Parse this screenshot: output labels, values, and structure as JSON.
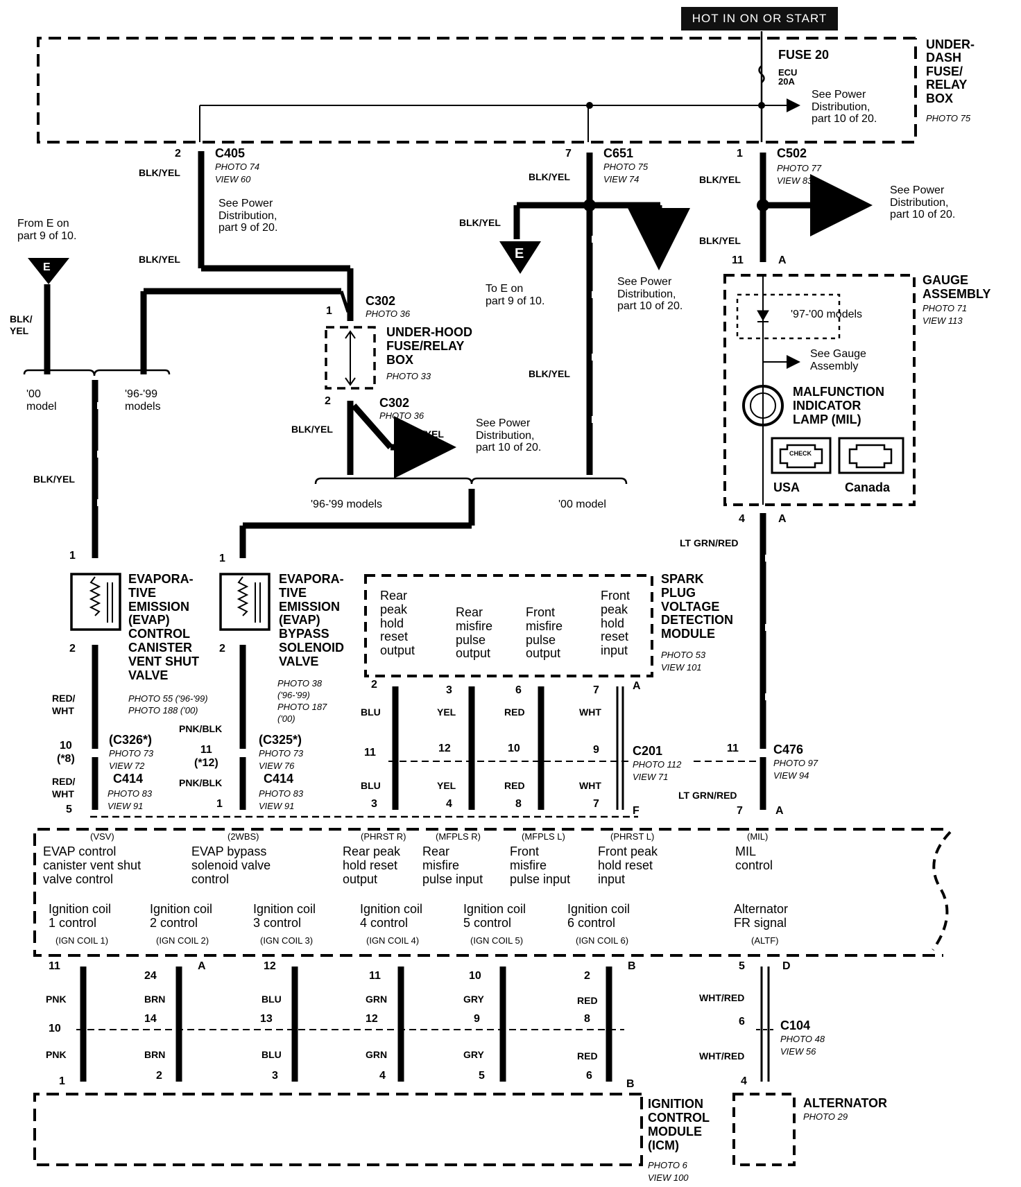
{
  "header": {
    "hot_label": "HOT IN ON OR START"
  },
  "underdash": {
    "title": "UNDER-\nDASH\nFUSE/\nRELAY\nBOX",
    "photo": "PHOTO 75",
    "fuse": "FUSE 20",
    "fuse_rating": "ECU\n20A",
    "see_power": "See Power\nDistribution,\npart 10 of 20."
  },
  "connectors": {
    "c405": {
      "name": "C405",
      "photo": "PHOTO 74",
      "view": "VIEW 60",
      "pin": "2"
    },
    "c651": {
      "name": "C651",
      "photo": "PHOTO 75",
      "view": "VIEW 74",
      "pin": "7"
    },
    "c502": {
      "name": "C502",
      "photo": "PHOTO 77",
      "view": "VIEW 83",
      "pin": "1"
    },
    "c302a": {
      "name": "C302",
      "photo": "PHOTO 36",
      "pin": "1"
    },
    "c302b": {
      "name": "C302",
      "photo": "PHOTO 36",
      "pin": "2"
    },
    "c201": {
      "name": "C201",
      "photo": "PHOTO 112",
      "view": "VIEW 71"
    },
    "c476": {
      "name": "C476",
      "photo": "PHOTO 97",
      "view": "VIEW 94",
      "pin_top": "11",
      "pin_bottom": "7"
    },
    "c326": {
      "name": "(C326*)",
      "photo": "PHOTO 73",
      "view": "VIEW 72",
      "pin": "10\n(*8)"
    },
    "c325": {
      "name": "(C325*)",
      "photo": "PHOTO 73",
      "view": "VIEW 76",
      "pin": "11\n(*12)"
    },
    "c414a": {
      "name": "C414",
      "photo": "PHOTO 83",
      "view": "VIEW 91",
      "pin": "5"
    },
    "c414b": {
      "name": "C414",
      "photo": "PHOTO 83",
      "view": "VIEW 91",
      "pin": "1"
    },
    "c104": {
      "name": "C104",
      "photo": "PHOTO 48",
      "view": "VIEW 56"
    }
  },
  "notes": {
    "see_pd_9": "See Power\nDistribution,\npart 9 of 20.",
    "from_e": "From E on\npart 9 of 10.",
    "to_e": "To E on\npart 9 of 10.",
    "see_pd_10a": "See Power\nDistribution,\npart 10 of 20.",
    "see_pd_10b": "See Power\nDistribution,\npart 10 of 20.",
    "see_pd_10c": "See Power\nDistribution,\npart 10 of 20.",
    "e_letter": "E",
    "model_00": "'00\nmodel",
    "models_9699": "'96-'99\nmodels",
    "models_9699b": "'96-'99 models",
    "model_00b": "'00 model"
  },
  "underhood": {
    "title": "UNDER-HOOD\nFUSE/RELAY\nBOX",
    "photo": "PHOTO 33"
  },
  "gauge": {
    "title": "GAUGE\nASSEMBLY",
    "photo": "PHOTO 71",
    "view": "VIEW 113",
    "models": "'97-'00 models",
    "see_gauge": "See Gauge\nAssembly",
    "mil": "MALFUNCTION\nINDICATOR\nLAMP (MIL)",
    "check": "CHECK",
    "usa": "USA",
    "canada": "Canada",
    "pin11": "11",
    "pinA": "A",
    "pin4": "4",
    "pinA2": "A"
  },
  "evap1": {
    "title": "EVAPORA-\nTIVE\nEMISSION\n(EVAP)\nCONTROL\nCANISTER\nVENT SHUT\nVALVE",
    "photo": "PHOTO 55 ('96-'99)\nPHOTO 188 ('00)",
    "pin_top": "1",
    "pin_bottom": "2"
  },
  "evap2": {
    "title": "EVAPORA-\nTIVE\nEMISSION\n(EVAP)\nBYPASS\nSOLENOID\nVALVE",
    "photo": "PHOTO 38\n('96-'99)\nPHOTO 187\n('00)",
    "pin_top": "1",
    "pin_bottom": "2"
  },
  "spark": {
    "title": "SPARK\nPLUG\nVOLTAGE\nDETECTION\nMODULE",
    "photo": "PHOTO 53",
    "view": "VIEW 101",
    "c1": "Rear\npeak\nhold\nreset\noutput",
    "c2": "Rear\nmisfire\npulse\noutput",
    "c3": "Front\nmisfire\npulse\noutput",
    "c4": "Front\npeak\nhold\nreset\ninput"
  },
  "wires": {
    "blk_yel": "BLK/YEL",
    "blk_yel2": "BLK/\nYEL",
    "lt_grn_red": "LT GRN/RED",
    "red_wht": "RED/\nWHT",
    "pnk_blk": "PNK/BLK",
    "blu": "BLU",
    "yel": "YEL",
    "red": "RED",
    "wht": "WHT",
    "pnk": "PNK",
    "brn": "BRN",
    "grn": "GRN",
    "gry": "GRY",
    "wht_red": "WHT/RED"
  },
  "spark_pins": {
    "top": [
      "2",
      "3",
      "6",
      "7"
    ],
    "mid_top": [
      "11",
      "12",
      "10",
      "9"
    ],
    "bottom": [
      "3",
      "4",
      "8",
      "7"
    ],
    "a": "A",
    "f": "F"
  },
  "ecm": {
    "top": [
      {
        "code": "(VSV)",
        "text": "EVAP control\ncanister vent shut\nvalve control"
      },
      {
        "code": "(2WBS)",
        "text": "EVAP bypass\nsolenoid valve\ncontrol"
      },
      {
        "code": "(PHRST R)",
        "text": "Rear peak\nhold reset\noutput"
      },
      {
        "code": "(MFPLS R)",
        "text": "Rear\nmisfire\npulse input"
      },
      {
        "code": "(MFPLS L)",
        "text": "Front\nmisfire\npulse input"
      },
      {
        "code": "(PHRST L)",
        "text": "Front peak\nhold reset\ninput"
      },
      {
        "code": "(MIL)",
        "text": "MIL\ncontrol"
      }
    ],
    "bottom": [
      {
        "text": "Ignition coil\n1 control",
        "code": "(IGN COIL 1)"
      },
      {
        "text": "Ignition coil\n2 control",
        "code": "(IGN COIL 2)"
      },
      {
        "text": "Ignition coil\n3 control",
        "code": "(IGN COIL 3)"
      },
      {
        "text": "Ignition coil\n4 control",
        "code": "(IGN COIL 4)"
      },
      {
        "text": "Ignition coil\n5 control",
        "code": "(IGN COIL 5)"
      },
      {
        "text": "Ignition coil\n6 control",
        "code": "(IGN COIL 6)"
      },
      {
        "text": "Alternator\nFR signal",
        "code": "(ALTF)"
      }
    ]
  },
  "ign_pins": {
    "top": [
      "11",
      "24",
      "12",
      "11",
      "10",
      "2"
    ],
    "mid": [
      "10",
      "14",
      "13",
      "12",
      "9",
      "8"
    ],
    "bottom": [
      "1",
      "2",
      "3",
      "4",
      "5",
      "6"
    ],
    "a": "A",
    "b1": "B",
    "b2": "B"
  },
  "alt_pins": {
    "top": "5",
    "d": "D",
    "mid": "6",
    "bottom": "4"
  },
  "icm": {
    "title": "IGNITION\nCONTROL\nMODULE\n(ICM)",
    "photo": "PHOTO 6",
    "view": "VIEW 100"
  },
  "alternator": {
    "title": "ALTERNATOR",
    "photo": "PHOTO 29"
  },
  "misc_pins": {
    "c476_a1": "A",
    "c476_a2": "A"
  }
}
